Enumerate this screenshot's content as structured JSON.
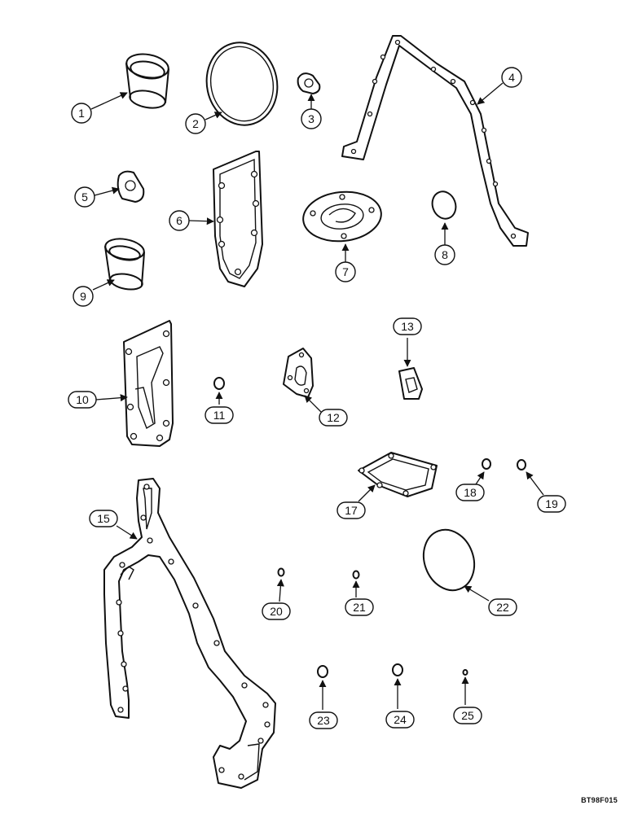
{
  "callouts": [
    "1",
    "2",
    "3",
    "4",
    "5",
    "6",
    "7",
    "8",
    "9",
    "10",
    "11",
    "12",
    "13",
    "15",
    "17",
    "18",
    "19",
    "20",
    "21",
    "22",
    "23",
    "24",
    "25"
  ],
  "figure_code": "BT98F015"
}
